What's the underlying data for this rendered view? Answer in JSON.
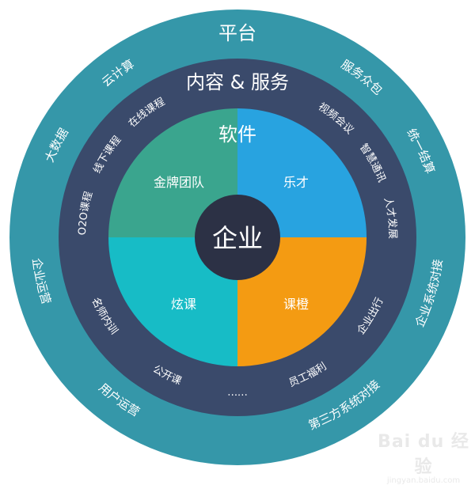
{
  "diagram": {
    "center": {
      "label": "企业",
      "color": "#2c3145"
    },
    "software_ring": {
      "title": "软件",
      "quadrants": [
        {
          "label": "金牌团队",
          "color": "#3aa58e",
          "position": "top-left"
        },
        {
          "label": "乐才",
          "color": "#28a3e0",
          "position": "top-right"
        },
        {
          "label": "炫课",
          "color": "#17bcc6",
          "position": "bottom-left"
        },
        {
          "label": "课橙",
          "color": "#f49b12",
          "position": "bottom-right"
        }
      ]
    },
    "content_ring": {
      "title": "内容 & 服务",
      "color": "#3a4a6b",
      "items": [
        "在线课程",
        "线下课程",
        "O2O课程",
        "名师内训",
        "公开课",
        "……",
        "员工福利",
        "企业出行",
        "人才发展",
        "智慧通讯",
        "视频会议"
      ]
    },
    "platform_ring": {
      "title": "平台",
      "color": "#3597a9",
      "items": [
        "云计算",
        "大数据",
        "企业运营",
        "用户运营",
        "第三方系统对接",
        "企业系统对接",
        "统一结算",
        "服务众包"
      ]
    }
  },
  "watermark": {
    "brand": "Bai du 经验",
    "url": "jingyan.baidu.com"
  }
}
